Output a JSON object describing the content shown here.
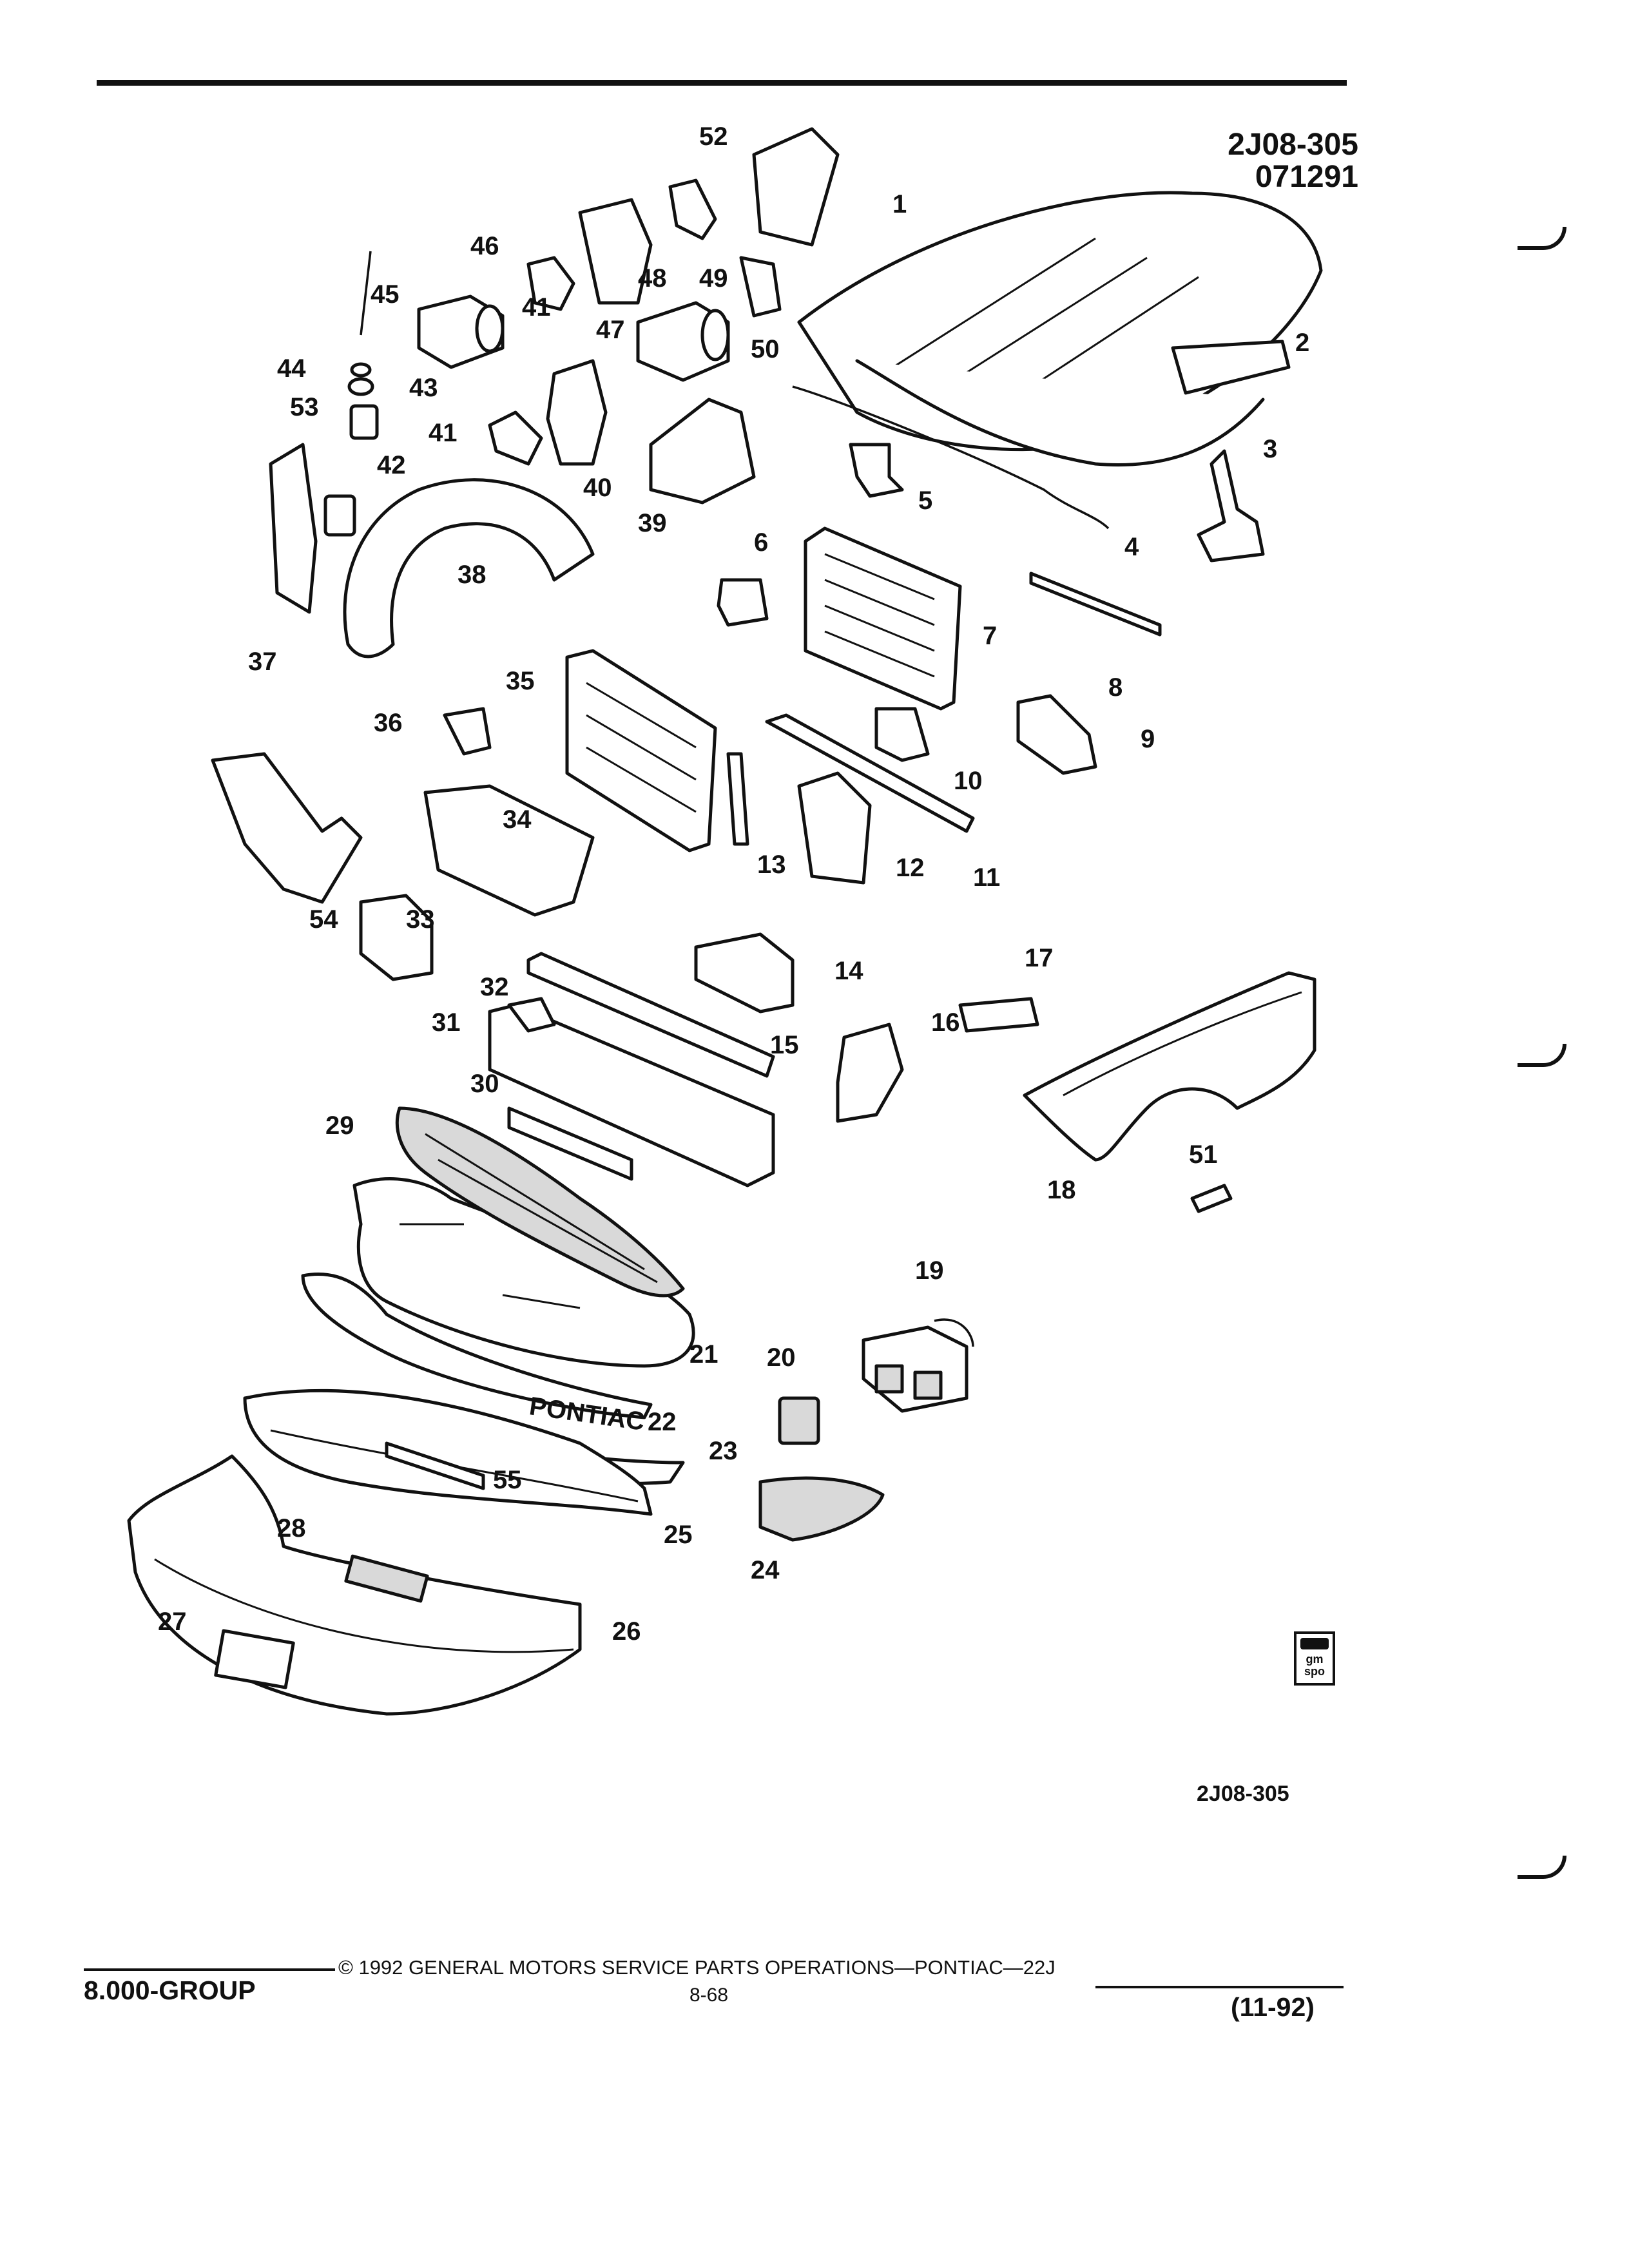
{
  "header": {
    "illustration_code": "2J08-305",
    "date_code": "071291"
  },
  "diagram": {
    "callouts": [
      "1",
      "2",
      "3",
      "4",
      "5",
      "6",
      "7",
      "8",
      "9",
      "10",
      "11",
      "12",
      "13",
      "14",
      "15",
      "16",
      "17",
      "18",
      "19",
      "20",
      "21",
      "22",
      "23",
      "24",
      "25",
      "26",
      "27",
      "28",
      "29",
      "30",
      "31",
      "32",
      "33",
      "34",
      "35",
      "36",
      "37",
      "38",
      "39",
      "40",
      "41",
      "41",
      "42",
      "43",
      "44",
      "45",
      "46",
      "47",
      "48",
      "49",
      "50",
      "51",
      "52",
      "53",
      "54",
      "55"
    ],
    "bumper_emblem": "PONTIAC",
    "logo_text": "gm spo"
  },
  "bottom_code": "2J08-305",
  "footer": {
    "copyright": "© 1992 GENERAL MOTORS SERVICE PARTS OPERATIONS—PONTIAC—22J",
    "page_number": "8-68",
    "group": "8.000-GROUP",
    "date": "(11-92)"
  }
}
